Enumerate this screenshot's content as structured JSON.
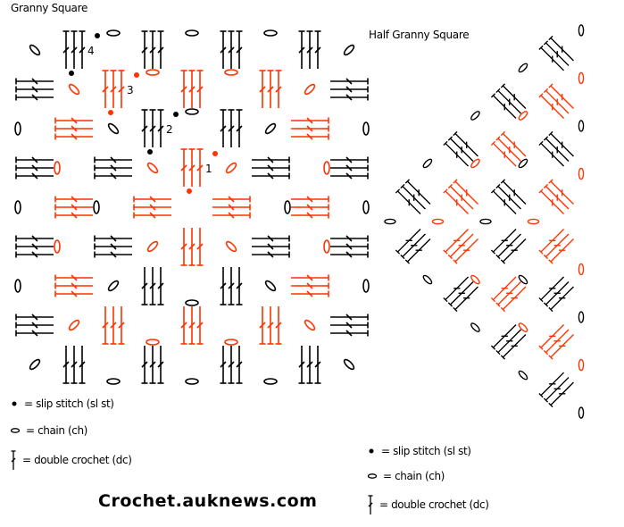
{
  "granny_square": {
    "title": "Granny Square",
    "round_labels": [
      "1",
      "2",
      "3",
      "4"
    ]
  },
  "half_granny_square": {
    "title": "Half Granny Square"
  },
  "legend": {
    "slip_stitch": "= slip stitch (sl st)",
    "chain": "= chain (ch)",
    "double_crochet": "= double crochet (dc)"
  },
  "watermark": "Crochet.auknews.com",
  "colors": {
    "odd_round": "#ff3300",
    "even_round": "#000000",
    "highlight": "#ffcc00"
  },
  "rounds": 4
}
